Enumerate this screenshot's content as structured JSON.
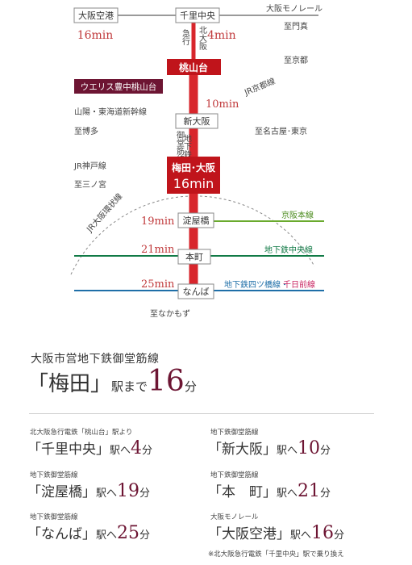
{
  "map": {
    "stations": {
      "osaka_airport": "大阪空港",
      "senri_chuo": "千里中央",
      "momoyamadai": "桃山台",
      "shin_osaka": "新大阪",
      "umeda": "梅田･大阪",
      "yodoyabashi": "淀屋橋",
      "honmachi": "本町",
      "namba": "なんば",
      "property": "ウエリス豊中桃山台"
    },
    "times": {
      "airport": "16min",
      "senri": "4min",
      "shin_osaka": "10min",
      "umeda": "16min",
      "yodoyabashi": "19min",
      "honmachi": "21min",
      "namba": "25min"
    },
    "labels": {
      "monorail": "大阪モノレール",
      "to_kadoma": "至門真",
      "kita_kyuko_1": "北大阪",
      "kita_kyuko_2": "急行",
      "to_kyoto": "至京都",
      "jr_kyoto": "JR京都線",
      "sanyo": "山陽・東海道新幹線",
      "to_hakata": "至博多",
      "to_nagoya": "至名古屋･東京",
      "subway_1": "地下鉄",
      "subway_2": "御堂筋線",
      "jr_kobe": "JR神戸線",
      "to_sannomiya": "至三ノ宮",
      "loop": "JR大阪環状線",
      "keihan": "京阪本線",
      "chuo": "地下鉄中央線",
      "yotsubashi": "地下鉄四ツ橋線・",
      "sennichimae": "千日前線",
      "to_nakamozu": "至なかもず"
    }
  },
  "headline": {
    "line_name": "大阪市営地下鉄御堂筋線",
    "station": "「梅田」",
    "eki_made": "駅まで",
    "minutes": "16",
    "unit": "分"
  },
  "items": [
    {
      "sub": "北大阪急行電鉄「桃山台」駅より",
      "station": "「千里中央」",
      "eki": "駅へ",
      "minutes": "4",
      "unit": "分"
    },
    {
      "sub": "地下鉄御堂筋線",
      "station": "「新大阪」",
      "eki": "駅へ",
      "minutes": "10",
      "unit": "分"
    },
    {
      "sub": "地下鉄御堂筋線",
      "station": "「淀屋橋」",
      "eki": "駅へ",
      "minutes": "19",
      "unit": "分"
    },
    {
      "sub": "地下鉄御堂筋線",
      "station": "「本　町」",
      "eki": "駅へ",
      "minutes": "21",
      "unit": "分"
    },
    {
      "sub": "地下鉄御堂筋線",
      "station": "「なんば」",
      "eki": "駅へ",
      "minutes": "25",
      "unit": "分"
    },
    {
      "sub": "大阪モノレール",
      "station": "「大阪空港」",
      "eki": "駅へ",
      "minutes": "16",
      "unit": "分"
    }
  ],
  "note": "※北大阪急行電鉄「千里中央」駅で乗り換え",
  "colors": {
    "midosuji": "#d8262c",
    "station_dark": "#c0141b",
    "property": "#6d1533",
    "keihan": "#6aaa2e",
    "chuo": "#117a46",
    "yotsubashi": "#1f6fa8",
    "sennichimae": "#c82562",
    "monorail": "#9a9a9a",
    "minutes_text": "#c0393b"
  }
}
